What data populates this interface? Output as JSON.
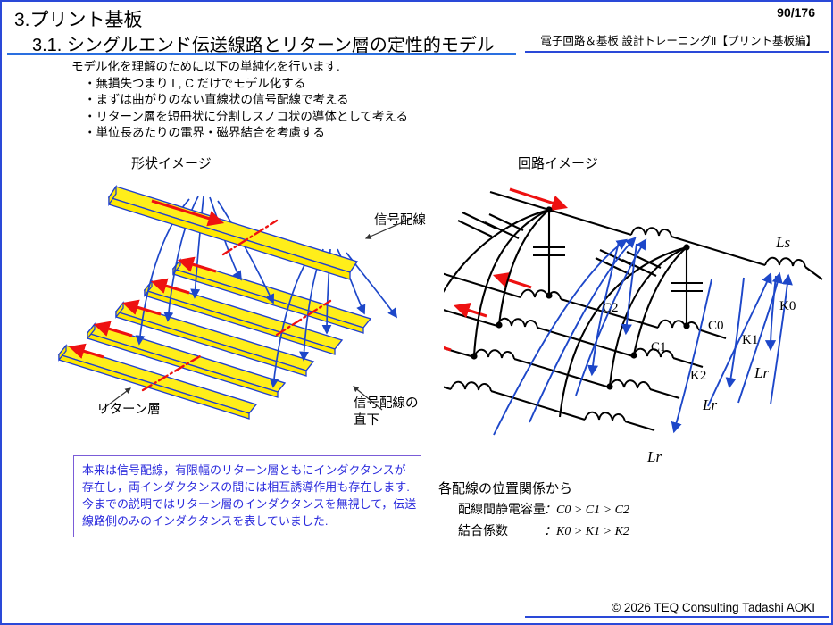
{
  "header": {
    "chapter_title": "3.プリント基板",
    "section_title": "3.1. シングルエンド伝送線路とリターン層の定性的モデル",
    "page_number": "90/176",
    "course_title": "電子回路＆基板 設計トレーニングⅡ【プリント基板編】"
  },
  "intro": {
    "lead": "モデル化を理解のために以下の単純化を行います.",
    "bullets": [
      "・無損失つまり L,  C だけでモデル化する",
      "・まずは曲がりのない直線状の信号配線で考える",
      "・リターン層を短冊状に分割しスノコ状の導体として考える",
      "・単位長あたりの電界・磁界結合を考慮する"
    ]
  },
  "shape_diagram": {
    "caption": "形状イメージ",
    "label_signal": "信号配線",
    "label_return": "リターン層",
    "label_under": "信号配線の",
    "label_under2": "直下"
  },
  "circuit_diagram": {
    "caption": "回路イメージ",
    "cap_labels": [
      "C2",
      "C1",
      "C0"
    ],
    "coupling_labels": [
      "K2",
      "K1",
      "K0"
    ],
    "ls_label": "Ls",
    "lr_label": "Lr"
  },
  "note": {
    "lines": [
      "本来は信号配線，有限幅のリターン層ともにインダクタンスが",
      "存在し，両インダクタンスの間には相互誘導作用も存在します.",
      "今までの説明ではリターン層のインダクタンスを無視して，伝送",
      "線路側のみのインダクタンスを表していました."
    ]
  },
  "relations": {
    "heading": "各配線の位置関係から",
    "row1_label": "配線間静電容量",
    "row1_value": "：C0 > C1 > C2",
    "row2_label": "結合係数",
    "row2_value": "：K0 > K1 > K2"
  },
  "footer": {
    "copyright": "© 2026 TEQ Consulting Tadashi AOKI"
  },
  "colors": {
    "border": "#2a49d8",
    "rule": "#2a6fe0",
    "conductor_fill": "#ffee1a",
    "conductor_stroke": "#1f3fd0",
    "field_blue": "#1d47c9",
    "current_red": "#ee1111",
    "note_text": "#2b2bdd",
    "note_border": "#7a5cd8"
  }
}
